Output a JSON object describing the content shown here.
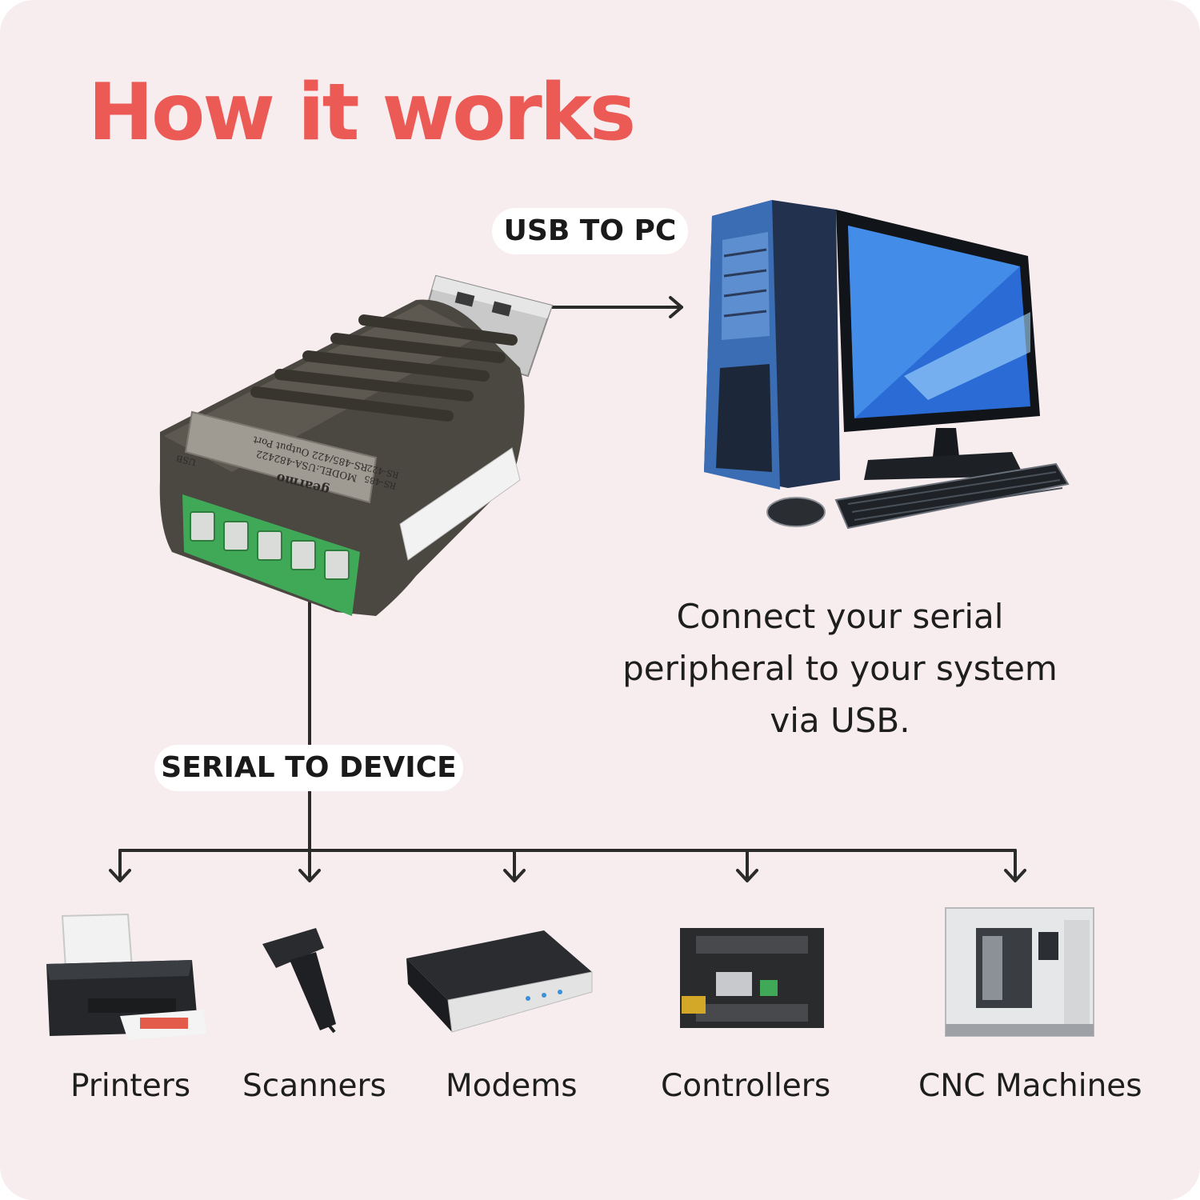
{
  "title": "How it works",
  "badges": {
    "usb": "USB TO PC",
    "serial": "SERIAL TO DEVICE"
  },
  "description": {
    "line1": "Connect your serial",
    "line2": "peripheral to your system",
    "line3": "via USB."
  },
  "adapter_label": {
    "brand": "gearmo",
    "model": "MODEL:USA-482422",
    "port": "RS-485/422 Output Port",
    "usb": "USB",
    "rs485": "RS-485",
    "rs422": "RS-422"
  },
  "devices": [
    {
      "label": "Printers",
      "icon": "printer-icon"
    },
    {
      "label": "Scanners",
      "icon": "barcode-scanner-icon"
    },
    {
      "label": "Modems",
      "icon": "modem-icon"
    },
    {
      "label": "Controllers",
      "icon": "plc-controller-icon"
    },
    {
      "label": "CNC Machines",
      "icon": "cnc-machine-icon"
    }
  ],
  "colors": {
    "background": "#f7ecee",
    "title": "#ec5a56",
    "badge": "#ffffff",
    "lines": "#2b2b2b",
    "terminal_green": "#3fa957"
  }
}
